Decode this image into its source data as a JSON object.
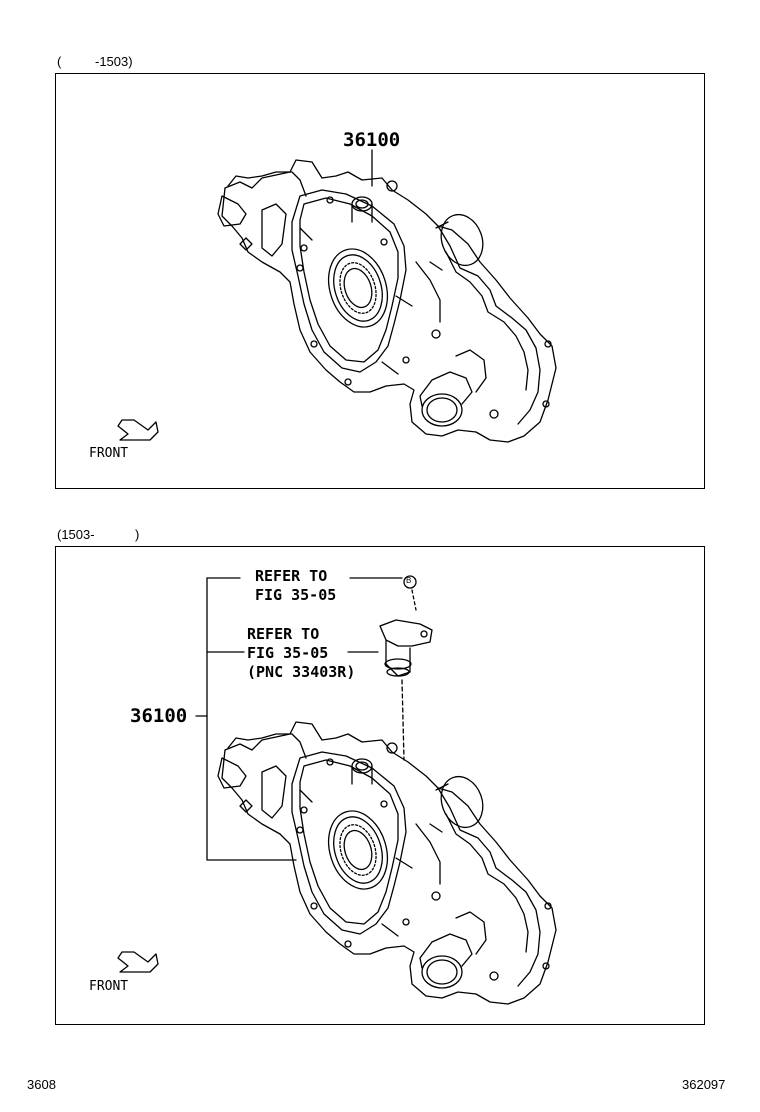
{
  "panel_top": {
    "range_left": "(",
    "range_right": "-1503)",
    "part_number": "36100",
    "front_label": "FRONT"
  },
  "panel_bottom": {
    "range_left": "(1503-",
    "range_right": ")",
    "part_number": "36100",
    "refer1_line1": "REFER TO",
    "refer1_line2": "FIG 35-05",
    "refer2_line1": "REFER TO",
    "refer2_line2": "FIG 35-05",
    "refer2_line3": "(PNC 33403R)",
    "marker": "B",
    "front_label": "FRONT"
  },
  "footer": {
    "left": "3608",
    "right": "362097"
  }
}
